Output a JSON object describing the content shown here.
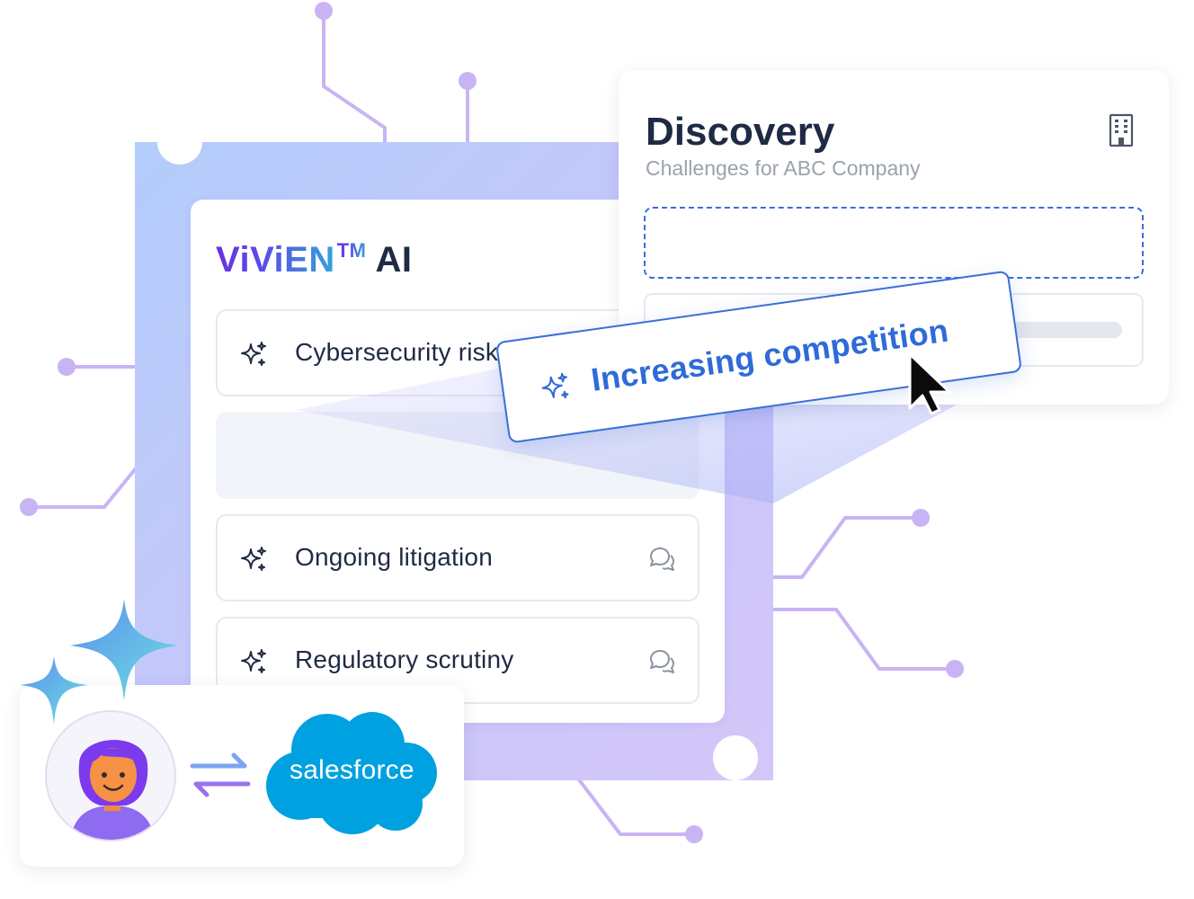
{
  "vivien": {
    "brand": "ViViEN",
    "tm": "TM",
    "ai": "AI",
    "items": [
      {
        "label": "Cybersecurity risks"
      },
      {
        "label": "Ongoing litigation"
      },
      {
        "label": "Regulatory scrutiny"
      }
    ]
  },
  "discovery": {
    "title": "Discovery",
    "subtitle": "Challenges for ABC Company",
    "icon": "building-icon"
  },
  "drag": {
    "label": "Increasing competition",
    "icon": "sparkle-icon"
  },
  "integration": {
    "logo_text": "salesforce",
    "icons": [
      "user-avatar",
      "sync-arrows-icon",
      "salesforce-cloud-logo"
    ]
  },
  "colors": {
    "accent_blue": "#3a6fd8",
    "circuit_purple": "#c8b4f4",
    "salesforce_blue": "#00a1e0",
    "text_dark": "#1f2a44",
    "text_muted": "#9aa2ae"
  }
}
